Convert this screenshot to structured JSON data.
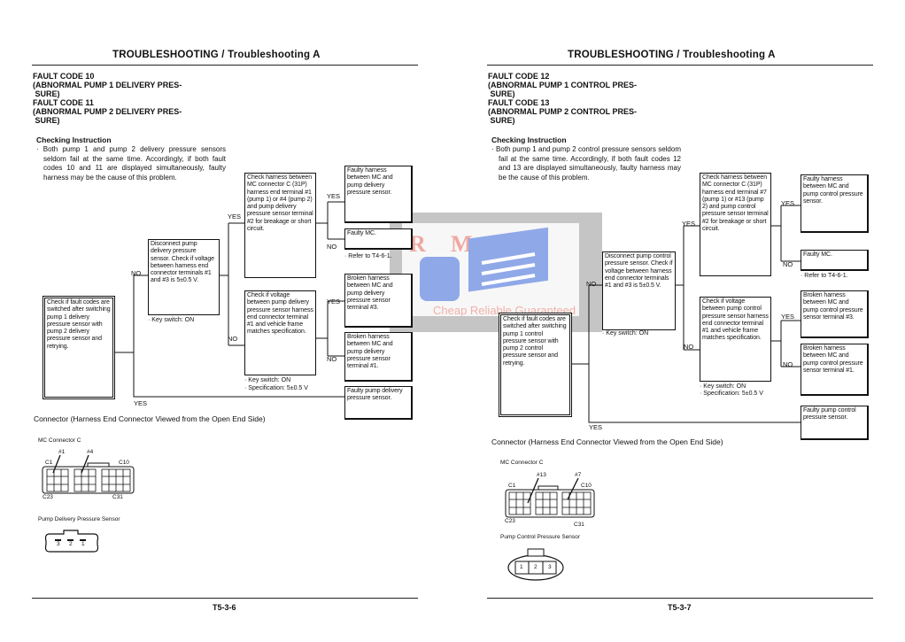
{
  "watermark": {
    "logo_text": "R M",
    "tagline": "Cheap Reliable Guaranteed"
  },
  "left": {
    "header": "TROUBLESHOOTING / Troubleshooting A",
    "fault_codes": "FAULT CODE 10\n(ABNORMAL PUMP 1 DELIVERY PRES-\n SURE)\nFAULT CODE 11\n(ABNORMAL PUMP 2 DELIVERY PRES-\n SURE)",
    "checking_title": "Checking Instruction",
    "checking_text": "· Both pump 1 and pump 2 delivery pressure sensors seldom fail at the same time. Accordingly, if both fault codes 10 and 11 are displayed simultaneously, faulty harness may be the cause of this problem.",
    "box_start": "Check if fault codes are switched after switching pump 1 delivery pressure sensor with pump 2 delivery pressure sensor and retrying.",
    "box_disconnect": "Disconnect pump delivery pressure sensor. Check if voltage between harness end connector terminals #1 and #3 is 5±0.5 V.",
    "note_disconnect": "· Key switch: ON",
    "box_harness": "Check harness between MC connector C (31P) harness end terminal #1 (pump 1) or #4 (pump 2) and pump delivery pressure sensor terminal #2 for breakage or short circuit.",
    "box_voltage": "Check if voltage between pump delivery pressure sensor harness end connector terminal #1 and vehicle frame matches specification.",
    "note_voltage_1": "· Key switch: ON",
    "note_voltage_2": "· Specification: 5±0.5 V",
    "result_1": "Faulty harness between MC and pump delivery pressure sensor.",
    "result_2": "Faulty MC.",
    "note_refer": "· Refer to T4-6-1.",
    "result_3": "Broken harness between MC and pump delivery pressure sensor terminal #3.",
    "result_4": "Broken harness between MC and pump delivery pressure sensor terminal #1.",
    "result_5": "Faulty pump delivery pressure sensor.",
    "labels": {
      "no1": "NO",
      "yes1": "YES",
      "no2": "NO",
      "yes2": "YES",
      "no3": "NO",
      "yes3": "YES",
      "no4": "NO",
      "yes_bottom": "YES"
    },
    "connector_heading": "Connector (Harness End Connector Viewed from the Open End Side)",
    "mc_label": "MC Connector C",
    "pin_a": "#1",
    "pin_b": "#4",
    "c1": "C1",
    "c10": "C10",
    "c23": "C23",
    "c31": "C31",
    "sensor_label": "Pump Delivery Pressure Sensor",
    "sensor_pins": [
      "3",
      "2",
      "1"
    ],
    "page_number": "T5-3-6"
  },
  "right": {
    "header": "TROUBLESHOOTING / Troubleshooting A",
    "fault_codes": "FAULT CODE 12\n(ABNORMAL PUMP 1 CONTROL PRES-\n SURE)\nFAULT CODE 13\n(ABNORMAL PUMP 2 CONTROL PRES-\n SURE)",
    "checking_title": "Checking Instruction",
    "checking_text": "· Both pump 1 and pump 2 control pressure sensors seldom fail at the same time. Accordingly, if both fault codes 12 and 13 are displayed simultaneously, faulty harness may be the cause of this problem.",
    "box_start": "Check if fault codes are switched after switching pump 1 control pressure sensor with pump 2 control pressure sensor and retrying.",
    "box_disconnect": "Disconnect pump control pressure sensor. Check if voltage between harness end connector terminals #1 and #3 is 5±0.5 V.",
    "note_disconnect": "· Key switch: ON",
    "box_harness": "Check harness between MC connector C (31P) harness end terminal #7 (pump 1) or #13 (pump 2) and pump control pressure sensor terminal #2 for breakage or short circuit.",
    "box_voltage": "Check if voltage between pump control pressure sensor harness end connector terminal #1 and vehicle frame matches specification.",
    "note_voltage_1": "· Key switch: ON",
    "note_voltage_2": "· Specification: 5±0.5 V",
    "result_1": "Faulty harness between MC and pump control pressure sensor.",
    "result_2": "Faulty MC.",
    "note_refer": "· Refer to T4-6-1.",
    "result_3": "Broken harness between MC and pump control pressure sensor terminal #3.",
    "result_4": "Broken harness between MC and pump control pressure sensor terminal #1.",
    "result_5": "Faulty pump control pressure sensor.",
    "labels": {
      "no1": "NO",
      "yes1": "YES",
      "no2": "NO",
      "yes2": "YES",
      "no3": "NO",
      "yes3": "YES",
      "no4": "NO",
      "yes_bottom": "YES"
    },
    "connector_heading": "Connector (Harness End Connector Viewed from the Open End Side)",
    "mc_label": "MC Connector C",
    "pin_a": "#13",
    "pin_b": "#7",
    "c1": "C1",
    "c10": "C10",
    "c23": "C23",
    "c31": "C31",
    "sensor_label": "Pump Control Pressure Sensor",
    "sensor_pins": [
      "1",
      "2",
      "3"
    ],
    "page_number": "T5-3-7"
  }
}
